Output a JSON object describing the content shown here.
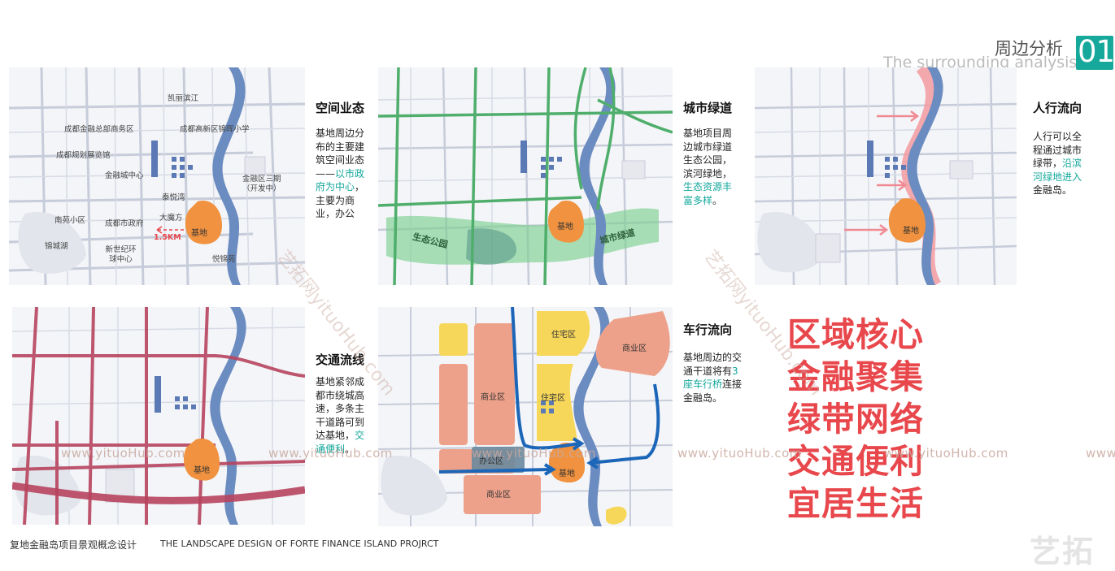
{
  "header": {
    "title_cn": "周边分析",
    "title_en": "The surrounding analysis",
    "number": "01"
  },
  "footer": {
    "project_cn": "复地金融岛项目景观概念设计",
    "project_en": "THE LANDSCAPE DESIGN OF FORTE FINANCE ISLAND PROJRCT",
    "logo": "艺拓"
  },
  "panels": {
    "space": {
      "title": "空间业态",
      "desc_a": "基地周边分布的主要建筑空间业态——",
      "desc_hl": "以市政府为中心",
      "desc_b": "，主要为商业，办公",
      "labels": {
        "kailibinjiang": "凯丽滨江",
        "cbd": "成都金融总部商务区",
        "gaoxin": "成都高新区锦晖小学",
        "guihua": "成都规划展览馆",
        "jinrongcheng": "金融城中心",
        "phase3": "金融区三期\n（开发中）",
        "taiyuewan": "泰悦湾",
        "damofang": "大魔方",
        "nanyuan": "南苑小区",
        "zhengfu": "成都市政府",
        "xinshiji": "新世纪环球中心",
        "jincheng": "锦城湖",
        "yuejinglan": "悦锦苑",
        "dist": "1.5KM",
        "site": "基地"
      }
    },
    "green": {
      "title": "城市绿道",
      "desc_a": "基地项目周边城市绿道生态公园，滨河绿地，",
      "desc_hl": "生态资源丰富多样",
      "desc_b": "。",
      "labels": {
        "park": "生态公园",
        "greenway": "城市绿道",
        "site": "基地"
      }
    },
    "pedestrian": {
      "title": "人行流向",
      "desc_a": "人行可以全程通过城市绿带，",
      "desc_hl": "沿滨河绿地进入",
      "desc_b": "金融岛。",
      "labels": {
        "site": "基地"
      }
    },
    "traffic": {
      "title": "交通流线",
      "desc_a": "基地紧邻成都市绕城高速，多条主干道路可到达基地，",
      "desc_hl": "交通便利",
      "desc_b": "。",
      "labels": {
        "site": "基地"
      }
    },
    "vehicle": {
      "title": "车行流向",
      "desc_a": "基地周边的交通干道将有",
      "desc_hl": "3座车行桥",
      "desc_b": "连接金融岛。",
      "labels": {
        "residential1": "住宅区",
        "residential2": "住宅区",
        "commercial1": "商业区",
        "commercial2": "商业区",
        "commercial3": "商业区",
        "office": "办公区",
        "site": "基地"
      }
    }
  },
  "slogans": [
    "区域核心",
    "金融聚集",
    "绿带网络",
    "交通便利",
    "宜居生活"
  ],
  "watermarks": {
    "url": "www.yituoHub.com",
    "url_partial": "www",
    "diag": "艺拓网yituoHub.com"
  },
  "colors": {
    "accent_teal": "#12a79b",
    "slogan_red": "#e8474c",
    "site_orange": "#f0923f",
    "river_blue": "#6b8cc0",
    "greenway": "#4fae6c",
    "road_red": "#b7445e",
    "pedestrian_pink": "#f29aa0",
    "vehicle_blue": "#1b66b8",
    "residential_yellow": "#f7d75a",
    "commercial_salmon": "#eea18a"
  }
}
